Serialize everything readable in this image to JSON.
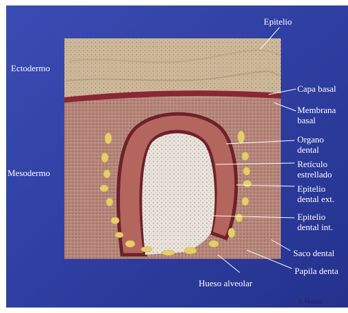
{
  "labels": {
    "epitelio": "Epitelio",
    "ectodermo": "Ectodermo",
    "capa_basal": "Capa basal",
    "membrana_basal": "Membrana\nbasal",
    "organo_dental": "Organo\ndental",
    "mesodermo": "Mesodermo",
    "reticulo_estrellado": "Retículo\nestrellado",
    "epitelio_dental_ext": "Epitelio\ndental ext.",
    "epitelio_dental_int": "Epitelio\ndental int.",
    "saco_dental": "Saco dental",
    "papila_dental": "Papila denta",
    "hueso_alveolar": "Hueso alveolar"
  },
  "signature": "S. Moreno",
  "colors": {
    "background": "#2f3fa5",
    "ectoderm": "#cdb89a",
    "basal_layer": "#8a2732",
    "mesoderm": "#b5857a",
    "enamel_organ": "#b4655e",
    "enamel_organ_border": "#6d2128",
    "papilla": "#ebe4dc",
    "bone": "#e6cf6a",
    "label_text": "#ffffff"
  }
}
